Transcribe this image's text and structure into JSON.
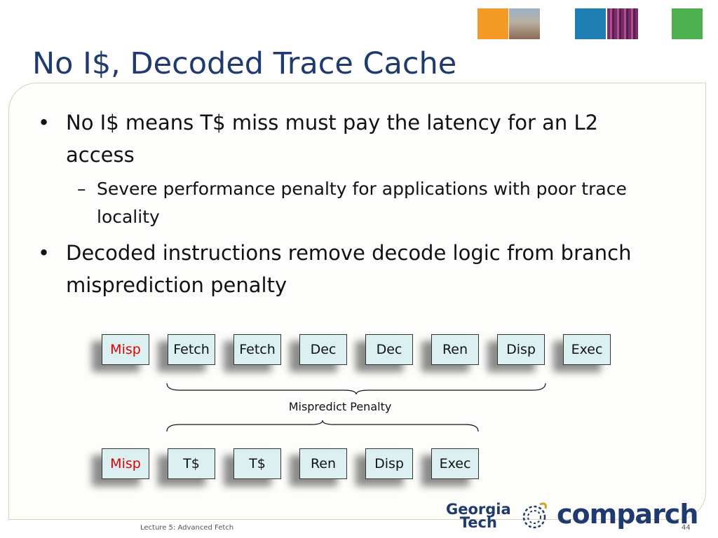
{
  "slide": {
    "title": "No I$, Decoded Trace Cache",
    "bullets": [
      {
        "level": 1,
        "text": "No I$ means T$ miss must pay the latency for an L2 access"
      },
      {
        "level": 2,
        "text": "Severe performance penalty for applications with poor trace locality"
      },
      {
        "level": 1,
        "text": "Decoded instructions remove decode logic from branch misprediction penalty"
      }
    ],
    "bullet_glyph": "•",
    "dash_glyph": "–"
  },
  "pipeline_top": [
    "Misp",
    "Fetch",
    "Fetch",
    "Dec",
    "Dec",
    "Ren",
    "Disp",
    "Exec"
  ],
  "pipeline_bottom": [
    "Misp",
    "T$",
    "T$",
    "Ren",
    "Disp",
    "Exec"
  ],
  "penalty_label": "Mispredict Penalty",
  "footer": {
    "lecture": "Lecture 5: Advanced Fetch",
    "page": "44",
    "logo_gt_line1": "Georgia",
    "logo_gt_line2": "Tech",
    "logo_comparch": "comparch"
  },
  "colors": {
    "title": "#1f3a6e",
    "misp": "#e00000",
    "stage_fill": "#dcf0f2",
    "frame_border": "#d9d2b8"
  }
}
